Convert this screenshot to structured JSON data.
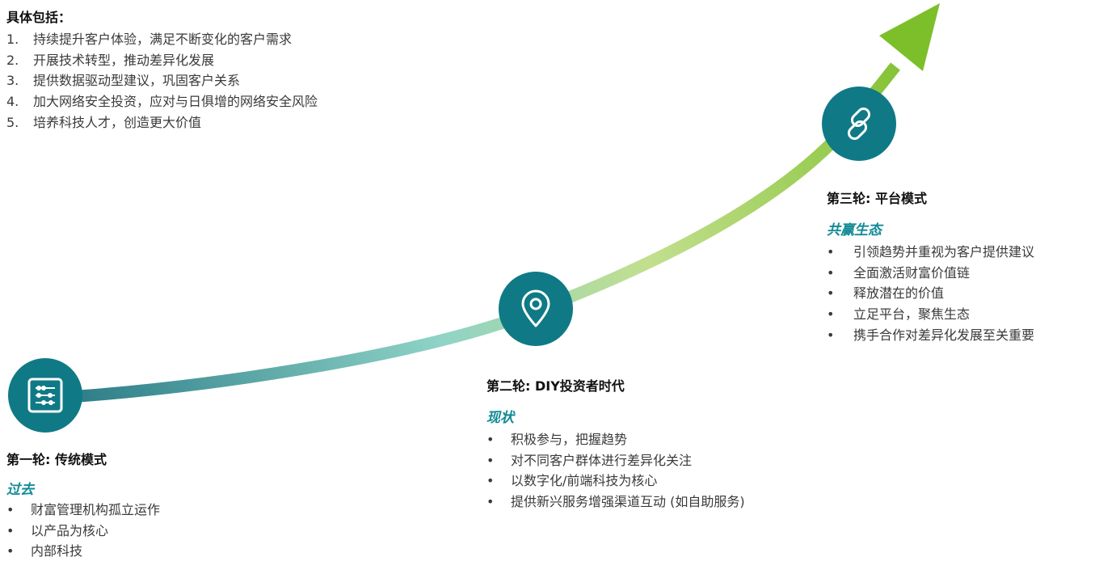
{
  "intro": {
    "heading": "具体包括：",
    "items": [
      {
        "num": "1.",
        "text": "持续提升客户体验，满足不断变化的客户需求"
      },
      {
        "num": "2.",
        "text": "开展技术转型，推动差异化发展"
      },
      {
        "num": "3.",
        "text": "提供数据驱动型建议，巩固客户关系"
      },
      {
        "num": "4.",
        "text": "加大网络安全投资，应对与日俱增的网络安全风险"
      },
      {
        "num": "5.",
        "text": "培养科技人才，创造更大价值"
      }
    ]
  },
  "stages": [
    {
      "icon": "abacus-icon",
      "title": "第一轮: 传统模式",
      "subtitle": "过去",
      "bullets": [
        "财富管理机构孤立运作",
        "以产品为核心",
        "内部科技"
      ]
    },
    {
      "icon": "location-pin-icon",
      "title": "第二轮:  DIY投资者时代",
      "subtitle": "现状",
      "bullets": [
        "积极参与，把握趋势",
        "对不同客户群体进行差异化关注",
        "以数字化/前端科技为核心",
        "提供新兴服务增强渠道互动 (如自助服务)"
      ]
    },
    {
      "icon": "chain-link-icon",
      "title": "第三轮: 平台模式",
      "subtitle": "共赢生态",
      "bullets": [
        "引领趋势并重视为客户提供建议",
        "全面激活财富价值链",
        "释放潜在的价值",
        "立足平台，聚焦生态",
        "携手合作对差异化发展至关重要"
      ]
    }
  ],
  "colors": {
    "icon_fill": "#0f7a85",
    "accent_text": "#138a95",
    "curve_start": "#2f7f8a",
    "curve_mid": "#8fd3c6",
    "curve_end": "#7dbf2a"
  }
}
